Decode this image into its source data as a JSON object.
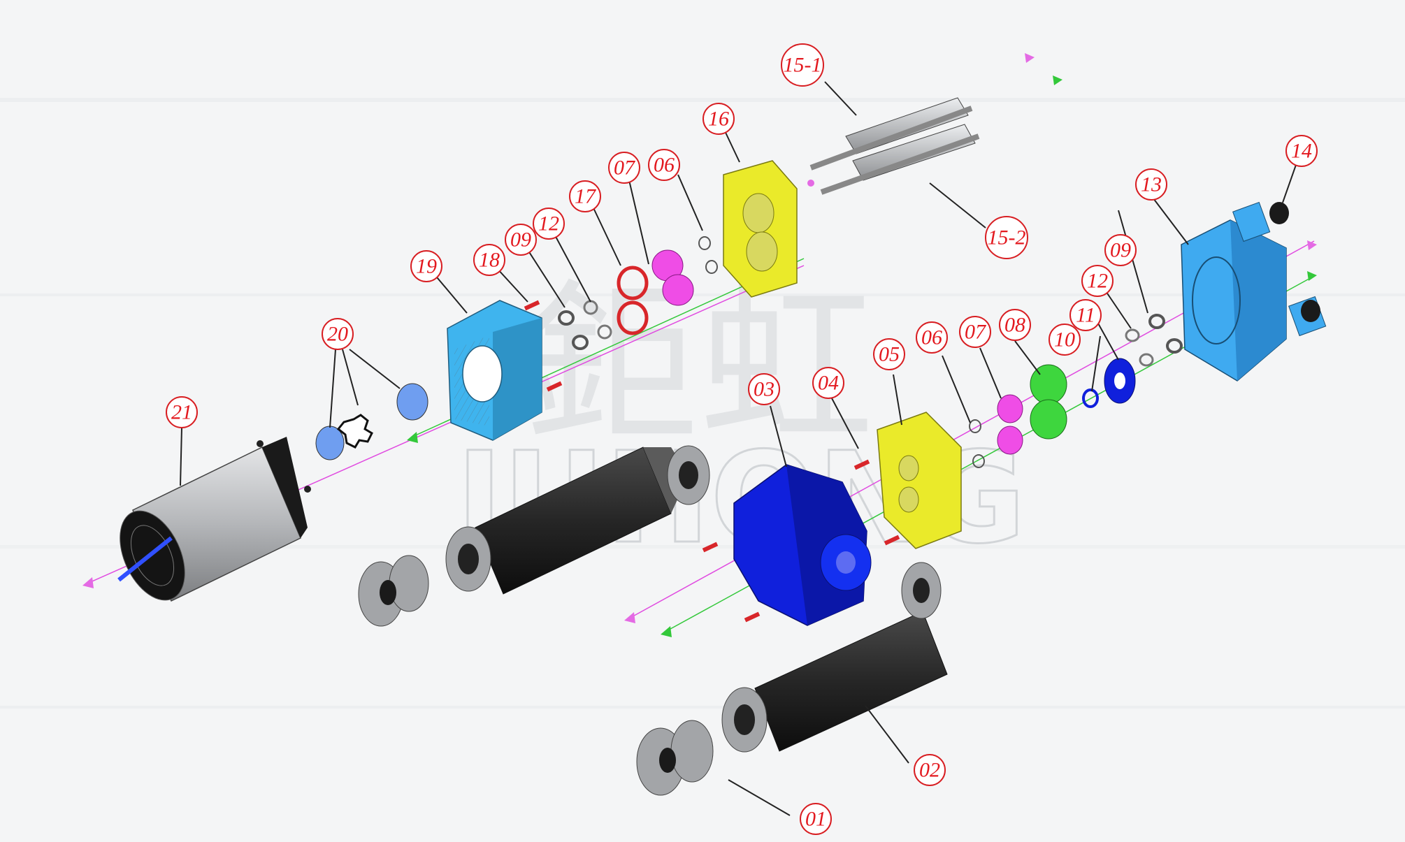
{
  "watermark": {
    "cjk": "鉅虹",
    "latin": "JUHONG"
  },
  "labels": [
    {
      "text": "01"
    },
    {
      "text": "02"
    },
    {
      "text": "03"
    },
    {
      "text": "04"
    },
    {
      "text": "05"
    },
    {
      "text": "06"
    },
    {
      "text": "07"
    },
    {
      "text": "08"
    },
    {
      "text": "09"
    },
    {
      "text": "10"
    },
    {
      "text": "11"
    },
    {
      "text": "12"
    },
    {
      "text": "13"
    },
    {
      "text": "14"
    },
    {
      "text": "15-1"
    },
    {
      "text": "15-2"
    },
    {
      "text": "16"
    },
    {
      "text": "06"
    },
    {
      "text": "07"
    },
    {
      "text": "17"
    },
    {
      "text": "12"
    },
    {
      "text": "09"
    },
    {
      "text": "18"
    },
    {
      "text": "19"
    },
    {
      "text": "20"
    },
    {
      "text": "21"
    }
  ],
  "colors": {
    "motor_body": "#b7b9bc",
    "motor_end": "#161616",
    "coupling": "#6f9ef0",
    "bearing_housing": "#3fb4ee",
    "gear_pink": "#ef4de6",
    "seal_red": "#d8262a",
    "plate_yellow": "#eaea2a",
    "shaft_grey": "#c3c5c8",
    "pump_blue": "#1020dc",
    "gear_green": "#3ed63e",
    "pipe_black": "#262626",
    "flange_grey": "#a3a5a8",
    "gearbox_blue": "#3faaf0",
    "label_red": "#e3191f"
  }
}
